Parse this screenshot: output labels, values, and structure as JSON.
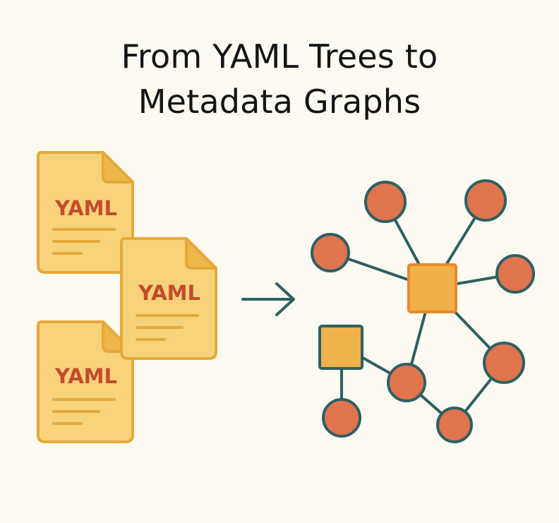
{
  "title": {
    "line1": "From YAML Trees to",
    "line2": "Metadata Graphs"
  },
  "documents": [
    {
      "label": "YAML"
    },
    {
      "label": "YAML"
    },
    {
      "label": "YAML"
    }
  ],
  "colors": {
    "background": "#fcfaf1",
    "doc_fill": "#f6d27a",
    "doc_stroke": "#e6a93a",
    "doc_fold": "#eeb74a",
    "doc_text": "#c24d2c",
    "node_fill": "#e0744d",
    "node_stroke": "#2f5f62",
    "hub_fill": "#f0b04b",
    "hub_stroke": "#e88a2f",
    "square_fill": "#efb24d",
    "arrow": "#2f5f62"
  },
  "icons": {
    "arrow": "arrow-right-icon",
    "document": "yaml-file-icon",
    "graph": "network-graph-icon"
  }
}
